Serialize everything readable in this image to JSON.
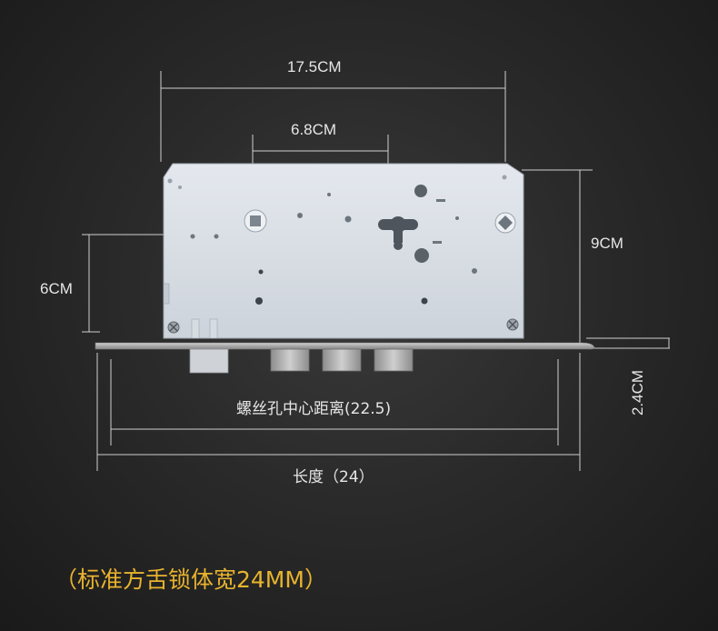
{
  "dimensions": {
    "overall_width": "17.5CM",
    "hole_spacing": "6.8CM",
    "body_height": "9CM",
    "lower_height": "6CM",
    "faceplate_width": "2.4CM",
    "screw_hole_distance": "螺丝孔中心距离(22.5)",
    "length": "长度（24）"
  },
  "note": "（标准方舌锁体宽24MM）",
  "colors": {
    "background": "#2a2a2a",
    "dimension_line": "#cfcfcf",
    "label": "#e6e6e6",
    "note": "#e8b32e",
    "lock_body": "#d8dde4",
    "faceplate": "#b9b9b9"
  }
}
